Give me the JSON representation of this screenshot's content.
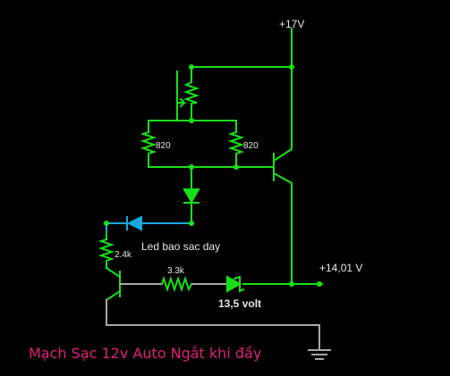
{
  "labels": {
    "supply": "+17V",
    "output_voltage": "+14,01 V",
    "r_left": "820",
    "r_right": "820",
    "r_led": "2.4k",
    "r_base": "3.3k",
    "zener": "13,5 volt",
    "led_label": "Led bao sac day",
    "title": "Mạch Sạc 12v Auto Ngắt khi đầy"
  },
  "colors": {
    "wire_active": "#18e018",
    "wire_inactive": "#a8a8a8",
    "led": "#18a8e0",
    "title": "#e0207a",
    "background": "#000000"
  }
}
